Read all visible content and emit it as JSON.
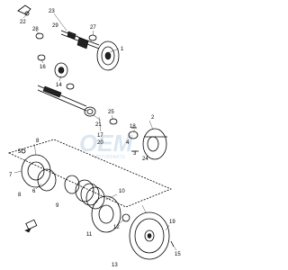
{
  "diagram": {
    "callouts": [
      "22",
      "23",
      "29",
      "28",
      "27",
      "1",
      "14",
      "16",
      "21",
      "25",
      "18",
      "4",
      "3",
      "24",
      "2",
      "17",
      "20",
      "5",
      "7",
      "6",
      "8",
      "8",
      "9",
      "10",
      "11",
      "12",
      "13",
      "19",
      "15"
    ],
    "watermark_brand": "OEM",
    "watermark_tagline": "MOTORPARTS",
    "direction_icon": "arrow-front-icon"
  }
}
